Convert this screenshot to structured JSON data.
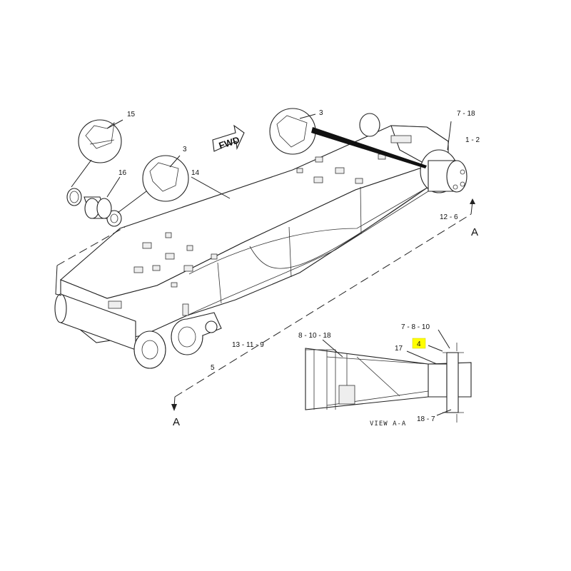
{
  "labels": {
    "l15": "15",
    "l16": "16",
    "l3a": "3",
    "l3b": "3",
    "l14": "14",
    "l7_18": "7 - 18",
    "l1_2": "1 - 2",
    "l12_6": "12 - 6",
    "lA_top": "A",
    "lA_bot": "A",
    "l13_11_9": "13 - 11 - 9",
    "l5": "5",
    "l8_10_18": "8 - 10 - 18",
    "l7_8_10": "7 - 8 - 10",
    "l17": "17",
    "l4": "4",
    "l18_7": "18 - 7",
    "view": "VIEW A-A",
    "fwd": "FWD"
  },
  "colors": {
    "line": "#222222",
    "highlight": "#ffff00",
    "background": "#ffffff"
  }
}
